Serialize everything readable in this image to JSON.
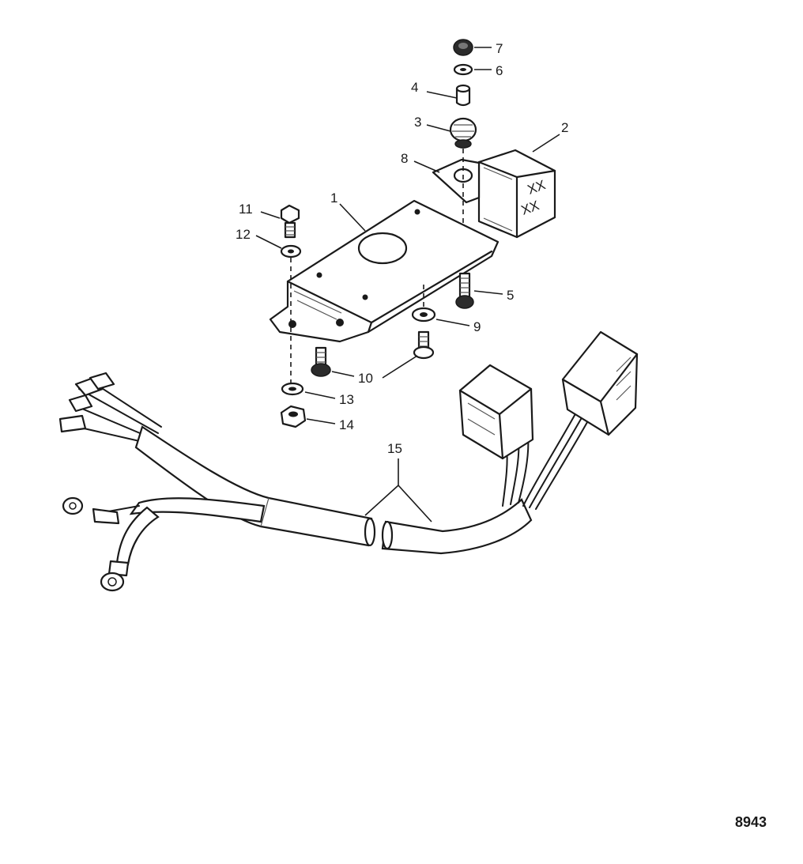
{
  "callouts": {
    "c1": "1",
    "c2": "2",
    "c3": "3",
    "c4": "4",
    "c5": "5",
    "c6": "6",
    "c7": "7",
    "c8": "8",
    "c9": "9",
    "c10": "10",
    "c11": "11",
    "c12": "12",
    "c13": "13",
    "c14": "14",
    "c15": "15"
  },
  "figure_number": "8943"
}
